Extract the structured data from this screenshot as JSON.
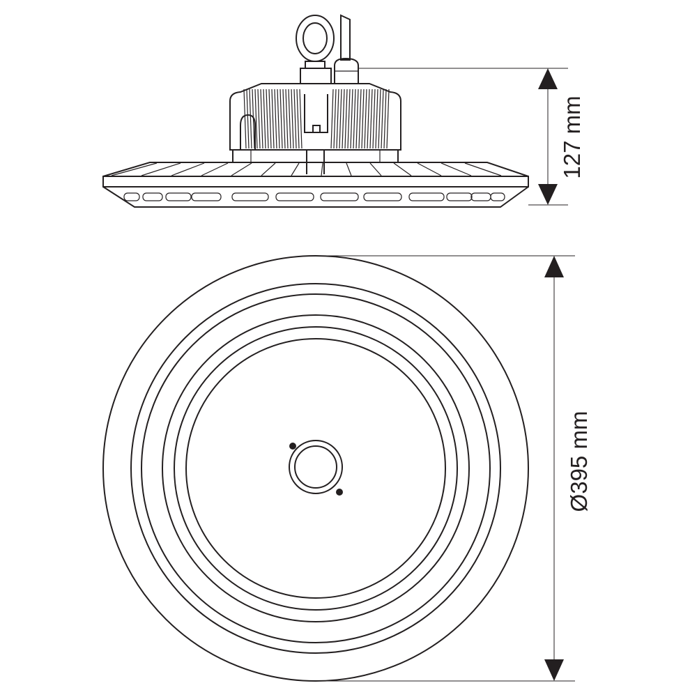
{
  "diagram": {
    "height_label": "127 mm",
    "diameter_label": "Ø395 mm",
    "views": [
      "side-view",
      "bottom-view"
    ]
  },
  "colors": {
    "line": "#231f20",
    "background": "#ffffff"
  }
}
